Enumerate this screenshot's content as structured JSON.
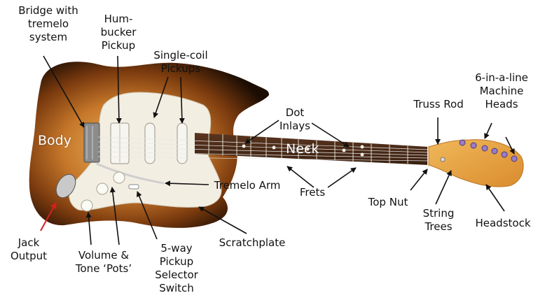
{
  "diagram": {
    "labels": {
      "bridge": "Bridge with\ntremelo\nsystem",
      "humbucker": "Hum-\nbucker\nPickup",
      "single_coil": "Single-coil\nPickups",
      "dot_inlays": "Dot\nInlays",
      "truss_rod": "Truss Rod",
      "machine_heads": "6-in-a-line\nMachine\nHeads",
      "body": "Body",
      "neck": "Neck",
      "tremelo_arm": "Tremelo Arm",
      "frets": "Frets",
      "top_nut": "Top Nut",
      "string_trees": "String\nTrees",
      "headstock": "Headstock",
      "jack_output": "Jack\nOutput",
      "volume_tone": "Volume &\nTone ‘Pots’",
      "selector_switch": "5-way\nPickup\nSelector\nSwitch",
      "scratchplate": "Scratchplate"
    },
    "colors": {
      "body_edge": "#1f0f04",
      "body_mid": "#8a4510",
      "body_center": "#e6b25a",
      "fretboard": "#4a2a18",
      "headstock": "#e8a64a",
      "scratchplate": "#f3eee2",
      "arrow": "#111111",
      "jack_arrow": "#d42020"
    }
  }
}
